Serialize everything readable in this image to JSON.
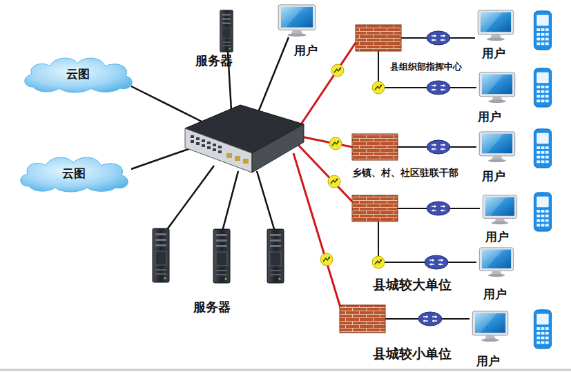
{
  "diagram": {
    "nodes": [
      {
        "text": [
          "云图"
        ]
      },
      {
        "text": [
          "云图"
        ]
      },
      {
        "text": [
          "服务器"
        ]
      },
      {
        "text": [
          "用户"
        ]
      },
      {
        "text": [
          "县组织部指挥中心"
        ]
      },
      {
        "text": [
          "用户"
        ]
      },
      {
        "text": [
          "用户"
        ]
      },
      {
        "text": [
          "乡镇、村、社区驻联干部"
        ]
      },
      {
        "text": [
          "用户"
        ]
      },
      {
        "text": [
          "用户"
        ]
      },
      {
        "text": [
          "用户"
        ]
      },
      {
        "text": [
          "县城较小单位"
        ]
      },
      {
        "text": [
          "用户"
        ]
      }
    ],
    "edges": [
      {
        "from": 4,
        "to": 5,
        "arrow": "none"
      },
      {
        "from": 4,
        "to": 6,
        "arrow": "none"
      },
      {
        "from": 7,
        "to": 8,
        "arrow": "none"
      },
      {
        "from": 11,
        "to": 12,
        "arrow": "none"
      }
    ],
    "labels": [
      "服务器",
      "县城较大单位"
    ]
  }
}
